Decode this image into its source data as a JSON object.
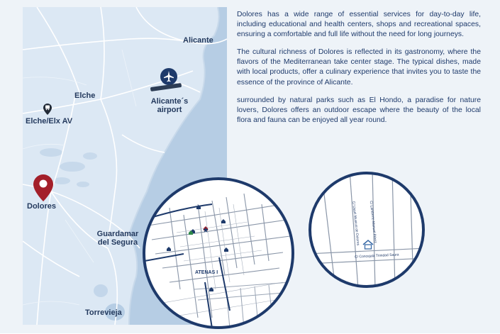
{
  "map": {
    "labels": {
      "alicante": "Alicante",
      "elche": "Elche",
      "elche_elx_av": "Elche/Elx AV",
      "alicante_airport": "Alicante´s airport",
      "dolores": "Dolores",
      "guardamar": "Guardamar del Segura",
      "torrevieja": "Torrevieja"
    },
    "icons": {
      "airport": "airplane-icon",
      "train": "train-station-icon",
      "location": "location-pin-icon"
    },
    "colors": {
      "sea": "#b6cde4",
      "land": "#dce8f4",
      "pin": "#a31f2a",
      "brand": "#1e3a6b"
    }
  },
  "text": {
    "paragraph1": "Dolores has a wide range of essential services for day-to-day life, including educational and health centers, shops and recreational spaces, ensuring a comfortable and full life without the need for long journeys.",
    "paragraph2": "The cultural richness of Dolores is reflected in its gastronomy, where the flavors of the Mediterranean take center stage. The typical dishes, made with local products, offer a culinary experience that invites you to taste the essence of the province of Alicante.",
    "paragraph3": "surrounded by natural parks such as El Hondo, a paradise for nature lovers, Dolores offers an outdoor escape where the beauty of the local flora and fauna can be enjoyed all year round."
  },
  "detail_map": {
    "label": "ATENAS I"
  },
  "street_map": {
    "street1": "C/ Lamberto Manuel Pérez",
    "street2": "C/ Ussel Musical de Dolores",
    "street3": "C/ Concejala Trinidad Saura",
    "icon": "house-icon"
  }
}
